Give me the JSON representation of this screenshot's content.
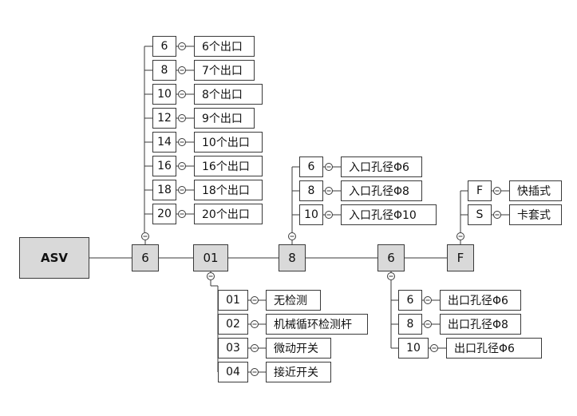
{
  "root": {
    "label": "ASV"
  },
  "segments": [
    {
      "code": "6",
      "options": [
        {
          "code": "6",
          "desc": "6个出口"
        },
        {
          "code": "8",
          "desc": "7个出口"
        },
        {
          "code": "10",
          "desc": "8个出口"
        },
        {
          "code": "12",
          "desc": "9个出口"
        },
        {
          "code": "14",
          "desc": "10个出口"
        },
        {
          "code": "16",
          "desc": "16个出口"
        },
        {
          "code": "18",
          "desc": "18个出口"
        },
        {
          "code": "20",
          "desc": "20个出口"
        }
      ]
    },
    {
      "code": "01",
      "options": [
        {
          "code": "01",
          "desc": "无检测"
        },
        {
          "code": "02",
          "desc": "机械循环检测杆"
        },
        {
          "code": "03",
          "desc": "微动开关"
        },
        {
          "code": "04",
          "desc": "接近开关"
        }
      ]
    },
    {
      "code": "8",
      "options": [
        {
          "code": "6",
          "desc": "入口孔径Φ6"
        },
        {
          "code": "8",
          "desc": "入口孔径Φ8"
        },
        {
          "code": "10",
          "desc": "入口孔径Φ10"
        }
      ]
    },
    {
      "code": "6",
      "options": [
        {
          "code": "6",
          "desc": "出口孔径Φ6"
        },
        {
          "code": "8",
          "desc": "出口孔径Φ8"
        },
        {
          "code": "10",
          "desc": "出口孔径Φ6"
        }
      ]
    },
    {
      "code": "F",
      "options": [
        {
          "code": "F",
          "desc": "快插式"
        },
        {
          "code": "S",
          "desc": "卡套式"
        }
      ]
    }
  ],
  "colors": {
    "line": "#3a3a3a",
    "node_fill": "#d9d9d9",
    "box_fill": "#ffffff"
  }
}
